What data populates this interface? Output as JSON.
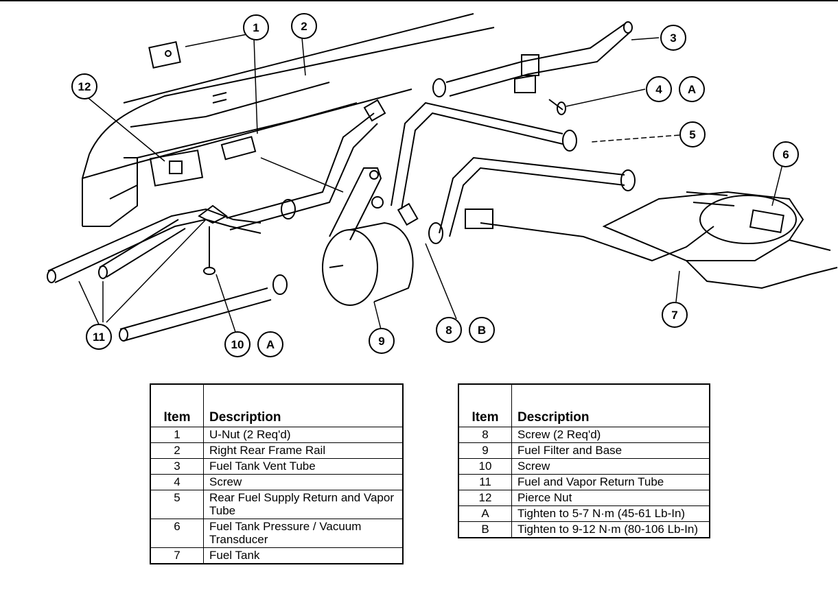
{
  "callouts": {
    "c1": "1",
    "c2": "2",
    "c3": "3",
    "c4": "4",
    "c4a": "A",
    "c5": "5",
    "c6": "6",
    "c7": "7",
    "c8": "8",
    "c8b": "B",
    "c9": "9",
    "c10": "10",
    "c10a": "A",
    "c11": "11",
    "c12": "12"
  },
  "legend_left": {
    "header_item": "Item",
    "header_desc": "Description",
    "rows": [
      {
        "item": "1",
        "desc": "U-Nut (2 Req'd)"
      },
      {
        "item": "2",
        "desc": "Right Rear Frame Rail"
      },
      {
        "item": "3",
        "desc": "Fuel Tank Vent Tube"
      },
      {
        "item": "4",
        "desc": "Screw"
      },
      {
        "item": "5",
        "desc": "Rear Fuel Supply Return and Vapor Tube"
      },
      {
        "item": "6",
        "desc": "Fuel Tank Pressure / Vacuum Transducer"
      },
      {
        "item": "7",
        "desc": "Fuel Tank"
      }
    ]
  },
  "legend_right": {
    "header_item": "Item",
    "header_desc": "Description",
    "rows": [
      {
        "item": "8",
        "desc": "Screw (2 Req'd)"
      },
      {
        "item": "9",
        "desc": "Fuel Filter and Base"
      },
      {
        "item": "10",
        "desc": "Screw"
      },
      {
        "item": "11",
        "desc": "Fuel and Vapor Return Tube"
      },
      {
        "item": "12",
        "desc": "Pierce Nut"
      },
      {
        "item": "A",
        "desc": "Tighten to 5-7 N·m (45-61 Lb-In)"
      },
      {
        "item": "B",
        "desc": "Tighten to 9-12 N·m (80-106 Lb-In)"
      }
    ]
  }
}
